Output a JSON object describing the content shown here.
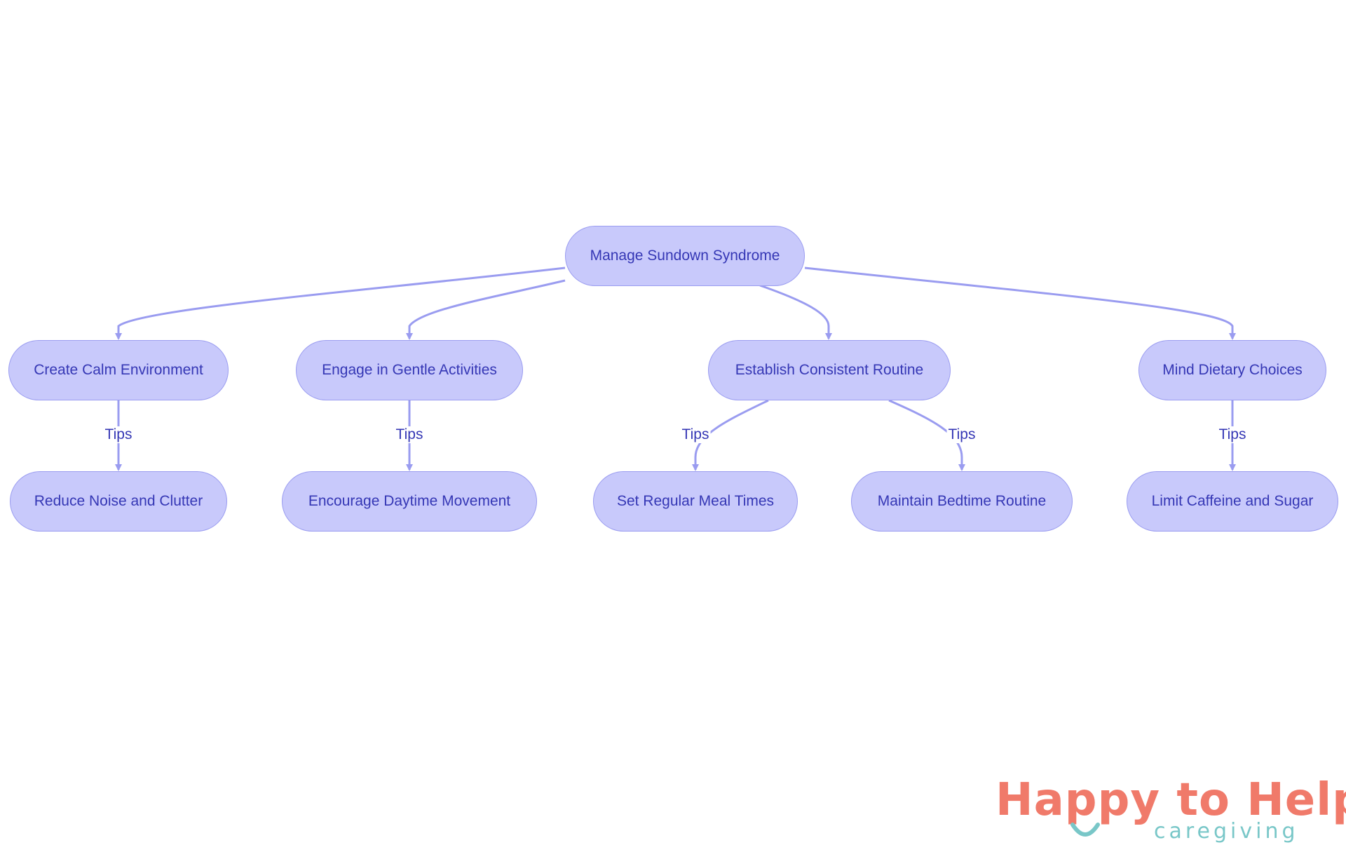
{
  "diagram": {
    "root": {
      "label": "Manage Sundown Syndrome"
    },
    "branches": [
      {
        "label": "Create Calm Environment",
        "edge_label": "Tips",
        "tips": [
          "Reduce Noise and Clutter"
        ]
      },
      {
        "label": "Engage in Gentle Activities",
        "edge_label": "Tips",
        "tips": [
          "Encourage Daytime Movement"
        ]
      },
      {
        "label": "Establish Consistent Routine",
        "edge_label": "Tips",
        "tips": [
          "Set Regular Meal Times",
          "Maintain Bedtime Routine"
        ]
      },
      {
        "label": "Mind Dietary Choices",
        "edge_label": "Tips",
        "tips": [
          "Limit Caffeine and Sugar"
        ]
      }
    ]
  },
  "logo": {
    "title": "Happy to Help",
    "subtitle": "caregiving"
  },
  "colors": {
    "node_fill": "#c8c9fb",
    "node_border": "#9a9cf0",
    "edge": "#9a9cf0",
    "text": "#3537b5",
    "logo_primary": "#f07a6a",
    "logo_secondary": "#79c7c8"
  }
}
